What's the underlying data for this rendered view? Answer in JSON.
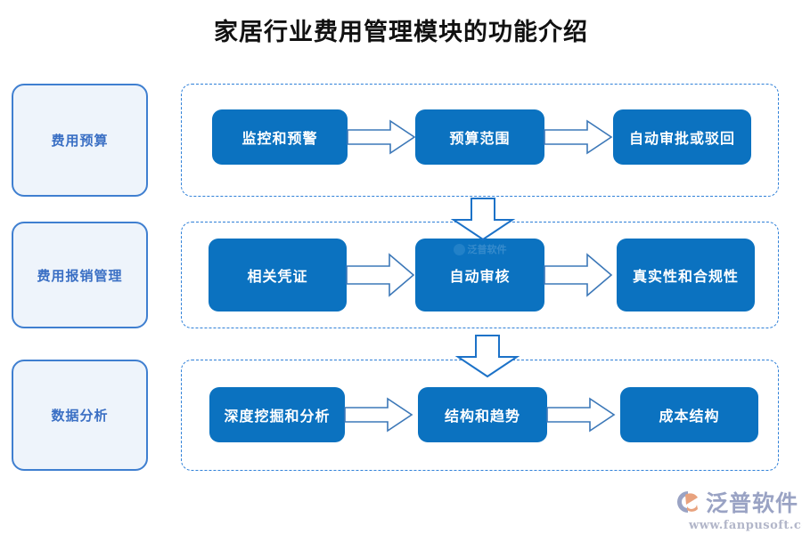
{
  "page": {
    "title": "家居行业费用管理模块的功能介绍"
  },
  "categories": [
    {
      "label": "费用预算"
    },
    {
      "label": "费用报销管理"
    },
    {
      "label": "数据分析"
    }
  ],
  "rows": [
    {
      "category": "费用预算",
      "steps": [
        {
          "label": "监控和预警"
        },
        {
          "label": "预算范围"
        },
        {
          "label": "自动审批或驳回"
        }
      ],
      "connectors": [
        "right-arrow-icon",
        "right-arrow-icon"
      ]
    },
    {
      "category": "费用报销管理",
      "steps": [
        {
          "label": "相关凭证"
        },
        {
          "label": "自动审核"
        },
        {
          "label": "真实性和合规性"
        }
      ],
      "connectors": [
        "right-arrow-icon",
        "right-arrow-icon"
      ]
    },
    {
      "category": "数据分析",
      "steps": [
        {
          "label": "深度挖掘和分析"
        },
        {
          "label": "结构和趋势"
        },
        {
          "label": "成本结构"
        }
      ],
      "connectors": [
        "right-arrow-icon",
        "right-arrow-icon"
      ]
    }
  ],
  "row_connectors": [
    {
      "icon": "down-arrow-icon"
    },
    {
      "icon": "down-arrow-icon"
    }
  ],
  "watermark": {
    "text": "泛普软件"
  },
  "logo": {
    "name": "泛普软件",
    "url": "www.fanpusoft.com",
    "icon": "fanpu-logo-icon"
  },
  "colors": {
    "process_box": "#0b72c0",
    "category_fill": "#eef4fb",
    "category_border": "#3f7fd0",
    "category_text": "#3a6fc4",
    "dashed_border": "#2f80d8",
    "arrow_stroke": "#2f6fb5",
    "title_text": "#111111",
    "logo_text": "#9aa3c4",
    "logo_icon": "#e8a27e"
  }
}
